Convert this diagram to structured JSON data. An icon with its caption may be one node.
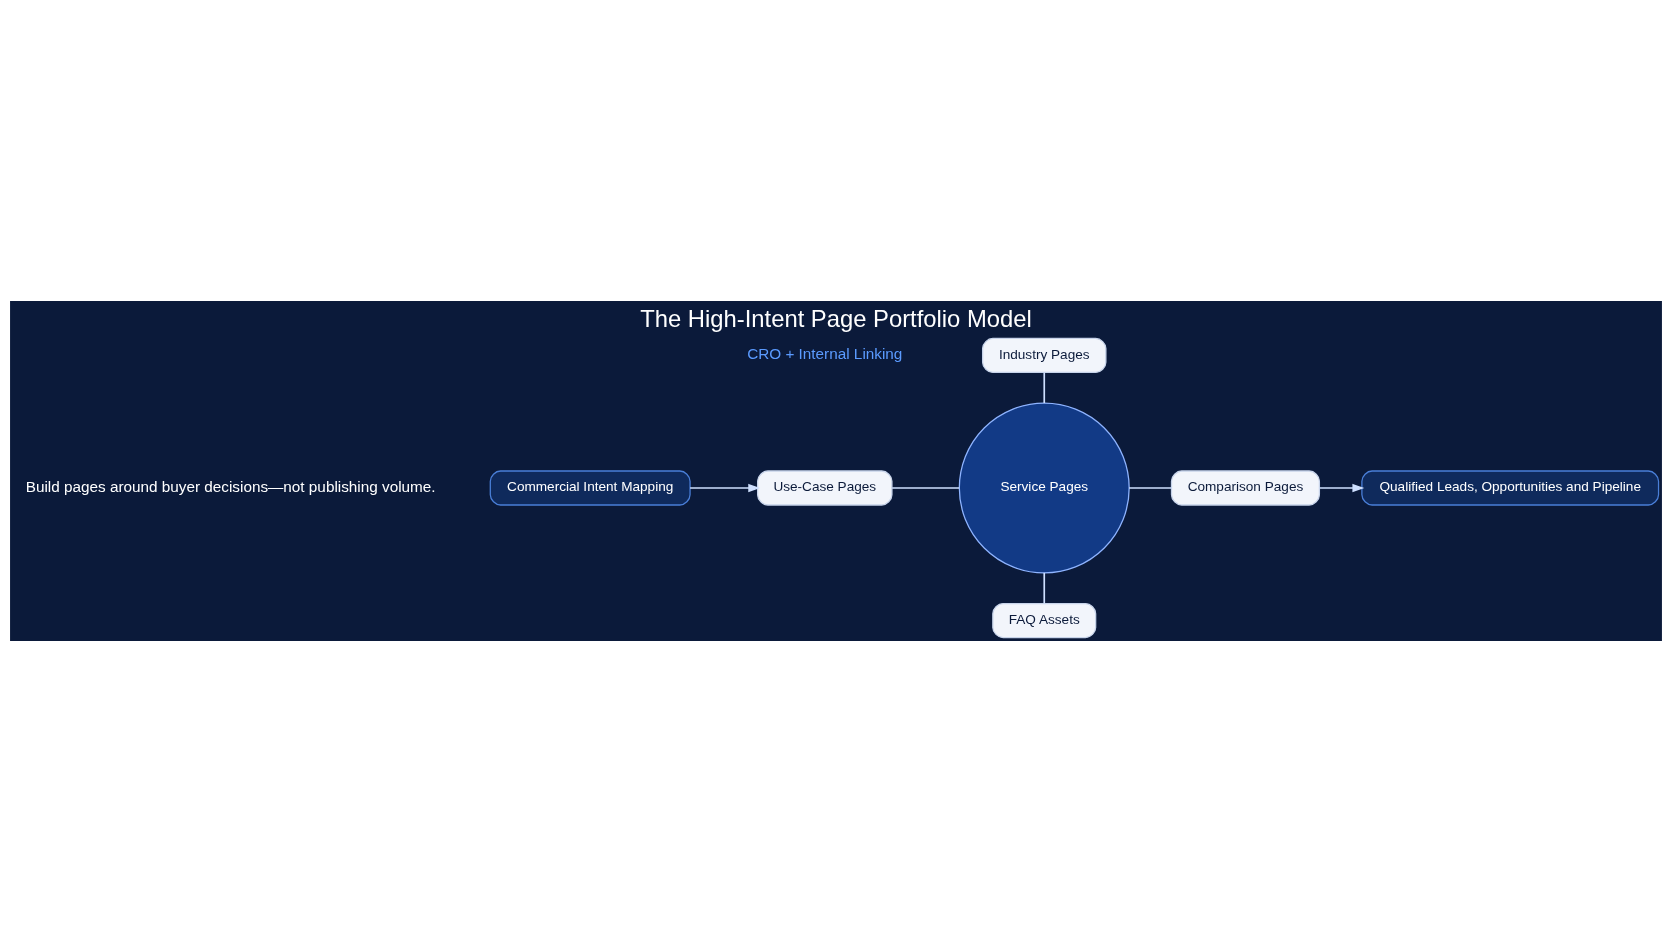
{
  "diagram": {
    "title": "The High-Intent Page Portfolio Model",
    "nodes": [
      {
        "text": [
          "Commercial Intent Mapping"
        ]
      },
      {
        "text": [
          "Use-Case Pages"
        ]
      },
      {
        "text": [
          "Service Pages"
        ]
      },
      {
        "text": [
          "Industry Pages"
        ]
      },
      {
        "text": [
          "Comparison Pages"
        ]
      },
      {
        "text": [
          "FAQ Assets"
        ]
      },
      {
        "text": [
          "Qualified Leads, Opportunities and Pipeline"
        ]
      }
    ],
    "edges": [
      {
        "from": 0,
        "to": 1,
        "arrow": "to"
      },
      {
        "from": 1,
        "to": 2,
        "arrow": "none"
      },
      {
        "from": 3,
        "to": 2,
        "arrow": "none"
      },
      {
        "from": 2,
        "to": 4,
        "arrow": "none"
      },
      {
        "from": 2,
        "to": 5,
        "arrow": "none"
      },
      {
        "from": 4,
        "to": 6,
        "arrow": "to"
      }
    ],
    "labels": [
      "CRO + Internal Linking",
      "Build pages around buyer decisions—not publishing volume."
    ]
  }
}
